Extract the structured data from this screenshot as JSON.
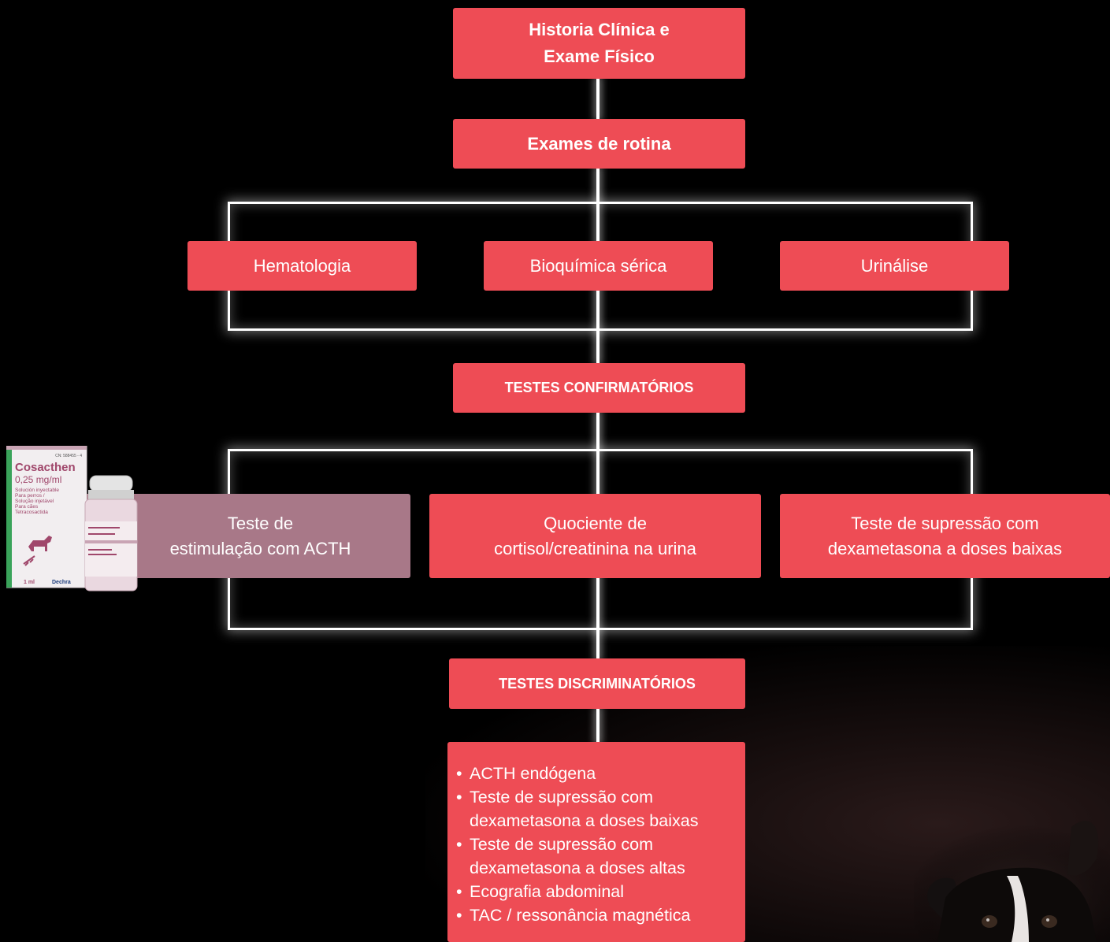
{
  "colors": {
    "box": "#ee4c55",
    "box_muted": "#a87888",
    "background": "#000000",
    "line": "#ffffff"
  },
  "top_box": {
    "line1": "Historia Clínica e",
    "line2": "Exame Físico"
  },
  "routine_box": "Exames de rotina",
  "routine_tests": [
    "Hematologia",
    "Bioquímica sérica",
    "Urinálise"
  ],
  "confirmatory_box": "TESTES CONFIRMATÓRIOS",
  "confirmatory_tests": [
    {
      "line1": "Teste de",
      "line2": "estimulação com ACTH"
    },
    {
      "line1": "Quociente de",
      "line2": "cortisol/creatinina na urina"
    },
    {
      "line1": "Teste de supressão com",
      "line2": "dexametasona a doses baixas"
    }
  ],
  "discriminatory_box": "TESTES DISCRIMINATÓRIOS",
  "discriminatory_tests": [
    "ACTH endógena",
    "Teste de supressão com          dexametasona a doses baixas",
    "Teste de supressão com dexametasona a doses altas",
    "Ecografia abdominal",
    "TAC / ressonância magnética"
  ],
  "discriminatory_lines": [
    [
      "ACTH endógena"
    ],
    [
      "Teste de supressão com",
      "dexametasona a doses baixas"
    ],
    [
      "Teste de supressão com",
      "dexametasona a doses altas"
    ],
    [
      "Ecografia abdominal"
    ],
    [
      "TAC / ressonância magnética"
    ]
  ],
  "product": {
    "brand": "Cosacthen",
    "concentration": "0,25 mg/ml",
    "desc1": "Solución inyectable",
    "desc2": "Para perros /",
    "desc3": "Solução injetável",
    "desc4": "Para cães",
    "desc5": "Tetracosactida",
    "volume": "1 ml",
    "maker": "Dechra",
    "code": "CN: 588455 - 4"
  }
}
